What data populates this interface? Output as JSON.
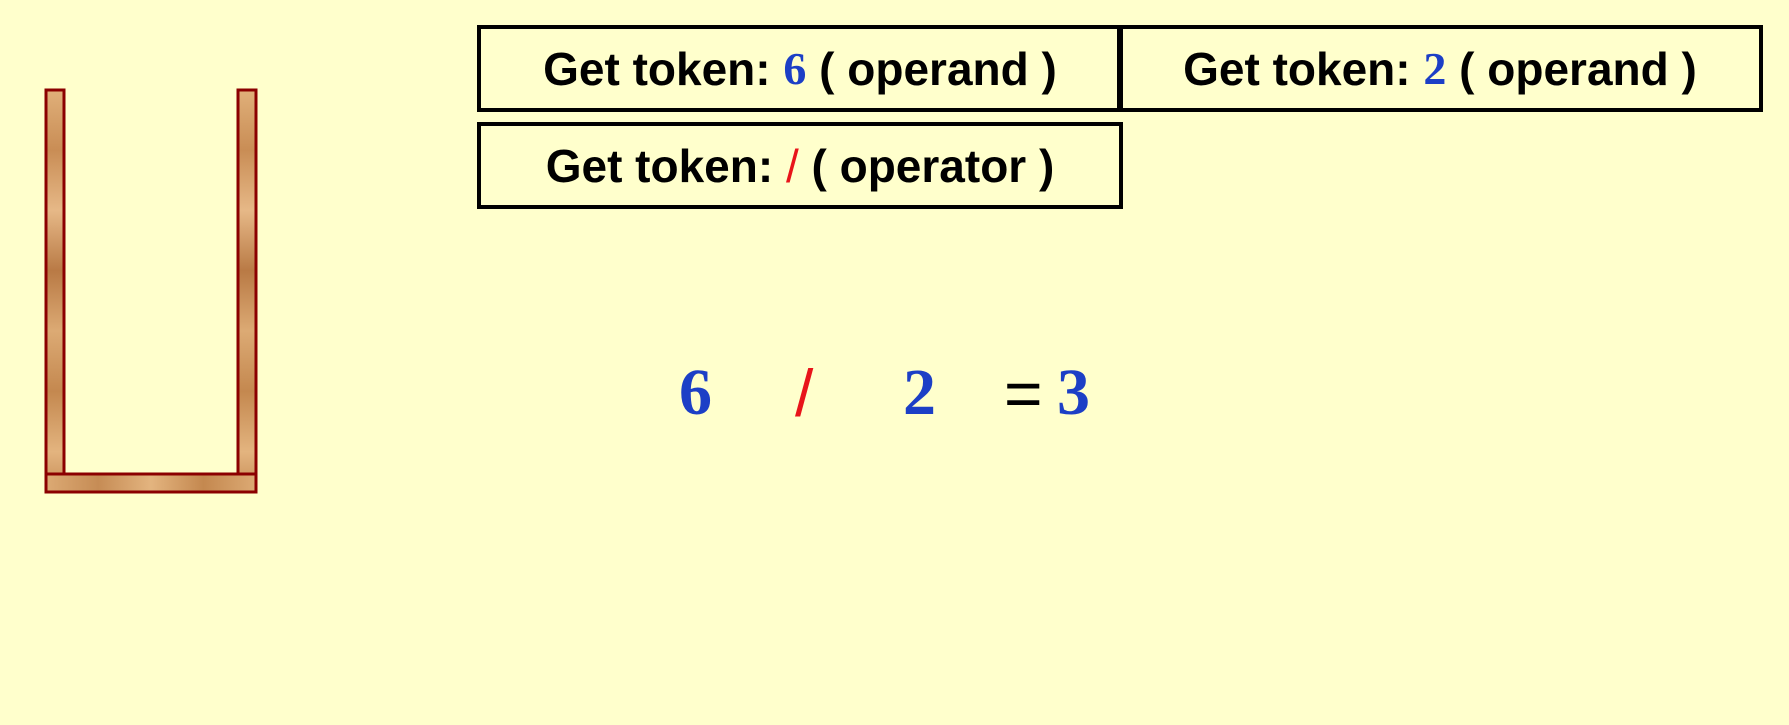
{
  "tokens": [
    {
      "prefix": "Get token: ",
      "value": "6",
      "suffix": " ( operand )",
      "kind": "operand"
    },
    {
      "prefix": "Get token: ",
      "value": "2",
      "suffix": " ( operand )",
      "kind": "operand"
    },
    {
      "prefix": "Get token: ",
      "value": "/",
      "suffix": " ( operator )",
      "kind": "operator"
    }
  ],
  "expression": {
    "left": "6",
    "operator": "/",
    "right": "2",
    "equals": "=",
    "result": "3"
  },
  "colors": {
    "background": "#ffffcc",
    "operand": "#1c3fc6",
    "operator": "#e8141a",
    "stack_fill": "#d49a62",
    "stack_border": "#8b0000"
  }
}
